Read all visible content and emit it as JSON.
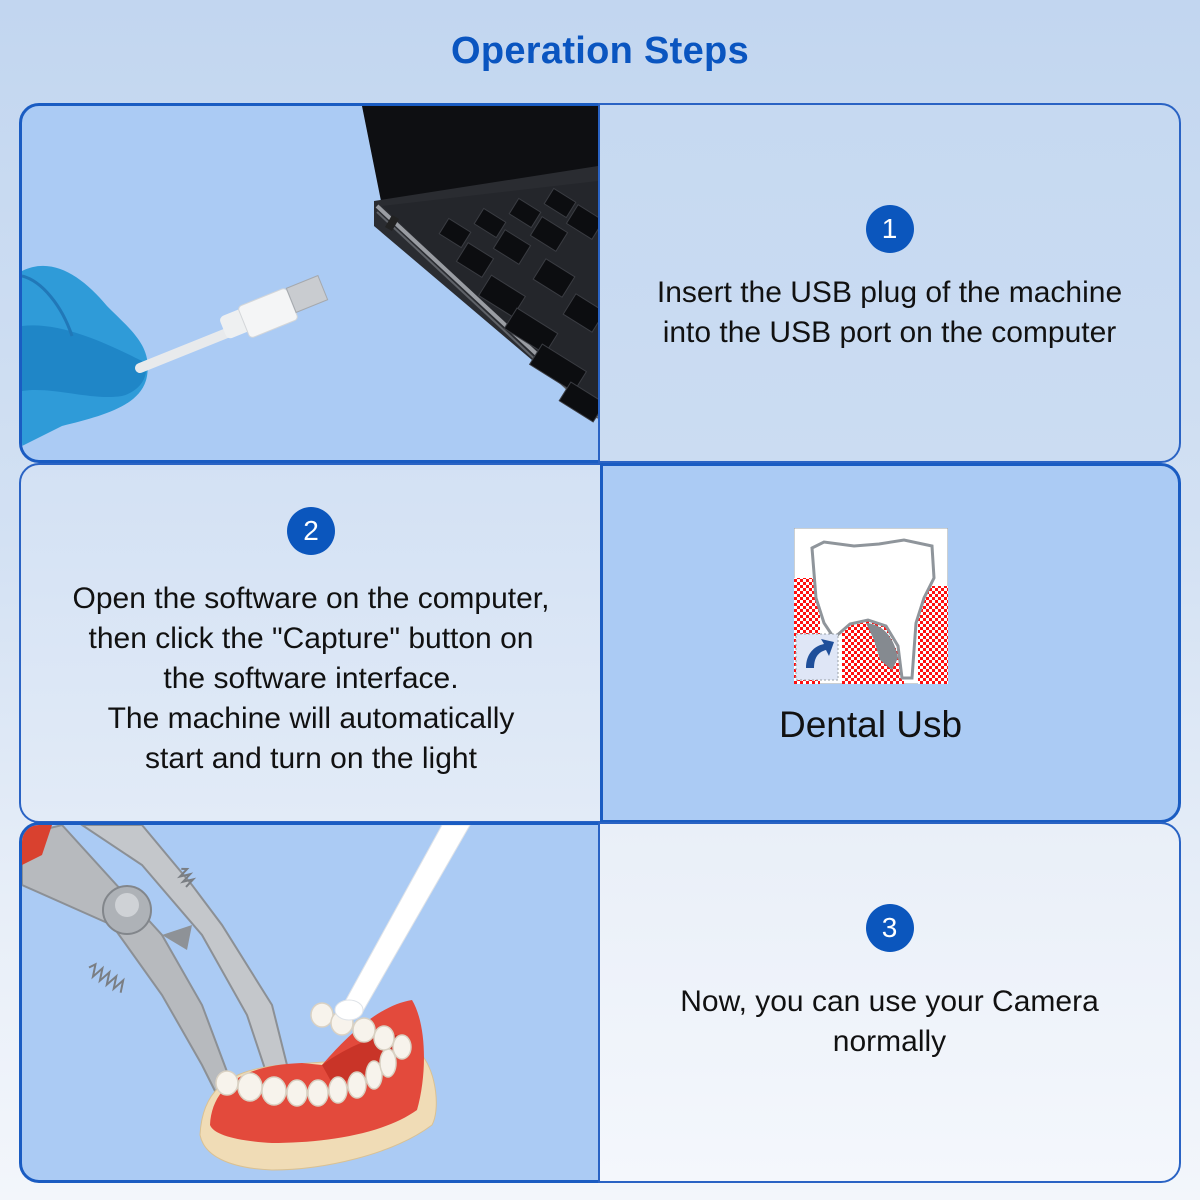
{
  "page": {
    "title": "Operation Steps",
    "accent_color": "#0b56bd",
    "panel_color": "#abcbf4",
    "border_color": "#1a5cc2"
  },
  "steps": [
    {
      "number": "1",
      "lines": [
        "Insert the USB plug of the machine",
        "into the USB port on the computer"
      ],
      "image": "hand-in-blue-glove-holding-usb-plug-near-laptop"
    },
    {
      "number": "2",
      "lines": [
        "Open the software on the computer,",
        "then click the \"Capture\" button on",
        "the software interface.",
        "The machine will automatically",
        "start and turn on the light"
      ],
      "image": "dental-usb-shortcut-icon"
    },
    {
      "number": "3",
      "lines": [
        "Now, you can use your Camera",
        "normally"
      ],
      "image": "camera-probe-on-dental-model"
    }
  ],
  "app_shortcut": {
    "label": "Dental Usb",
    "icon": "tooth-shortcut-icon"
  }
}
